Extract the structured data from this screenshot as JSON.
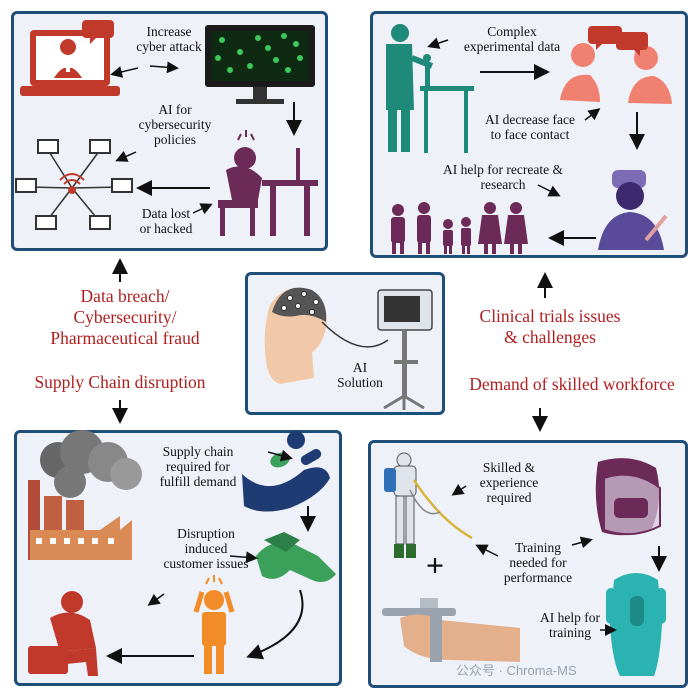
{
  "top_left": {
    "increase_cyber_attack": "Increase\ncyber attack",
    "ai_cybersecurity": "AI for\ncybersecurity\npolicies",
    "data_lost": "Data lost\nor hacked"
  },
  "top_right": {
    "complex_data": "Complex\nexperimental data",
    "ai_decrease": "AI decrease face\nto face contact",
    "ai_help_recreate": "AI help for recreate &\nresearch"
  },
  "center": {
    "ai_solution": "AI\nSolution"
  },
  "bottom_left": {
    "supply_chain_required": "Supply chain\nrequired for\nfulfill demand",
    "disruption": "Disruption\ninduced\ncustomer issues"
  },
  "bottom_right": {
    "skilled": "Skilled &\nexperience\nrequired",
    "training_needed": "Training\nneeded for\nperformance",
    "ai_help_training": "AI help for\ntraining",
    "plus_sign": "+"
  },
  "headings": {
    "data_breach": "Data breach/\nCybersecurity/\nPharmaceutical fraud",
    "supply_chain_disruption": "Supply Chain disruption",
    "clinical_trials": "Clinical trials issues\n& challenges",
    "skilled_workforce": "Demand of skilled workforce"
  },
  "watermark": "公众号 · Chroma-MS",
  "colors": {
    "panel_border": "#1f4e79",
    "panel_bg": "#eef1f8",
    "heading_red": "#b01e1e",
    "icon_red": "#c0392b",
    "icon_purple": "#6b2a57",
    "icon_teal": "#1f8a7a",
    "icon_orange": "#f28c28",
    "icon_green": "#3aa05a",
    "icon_navy": "#1f3b73"
  }
}
